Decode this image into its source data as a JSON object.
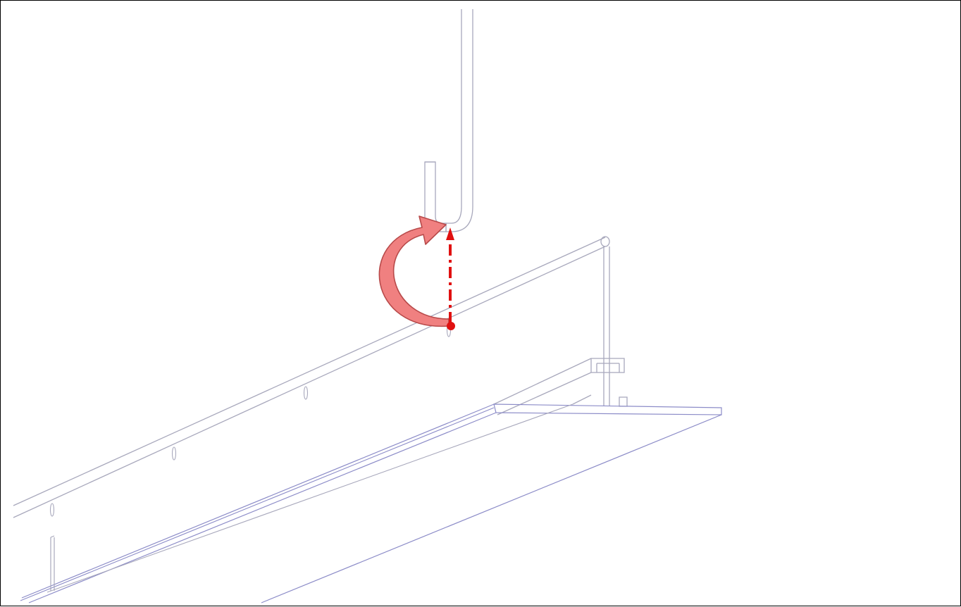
{
  "diagram": {
    "type": "installation-illustration",
    "components": {
      "hanger": {
        "name": "j-hook"
      },
      "rail": {
        "name": "suspension-rail"
      },
      "fixture": {
        "name": "linear-fixture-housing"
      }
    },
    "action": {
      "rotate_arrow": {
        "direction": "clockwise"
      },
      "lift_arrow": {
        "style": "dash-dot"
      }
    },
    "colors": {
      "line_gray": "#a8a8bc",
      "line_blue": "#8c8cc8",
      "hook_fill": "#ffffff",
      "arrow_fill": "#f08080",
      "arrow_stroke": "#b84a4a",
      "dash_red": "#e01010",
      "frame": "#000000"
    }
  }
}
